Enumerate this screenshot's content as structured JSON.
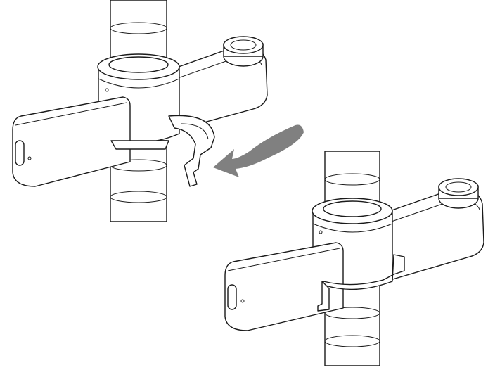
{
  "diagram": {
    "line_color": "#1a1a1a",
    "arrow_color": "#808080",
    "background": "#ffffff",
    "steps": [
      {
        "state": "clip-open",
        "icon": "pole-arm-assembly-with-open-clip"
      },
      {
        "state": "clip-closed",
        "icon": "pole-arm-assembly-with-closed-clip"
      }
    ],
    "arrow_icon": "curved-arrow-left"
  }
}
